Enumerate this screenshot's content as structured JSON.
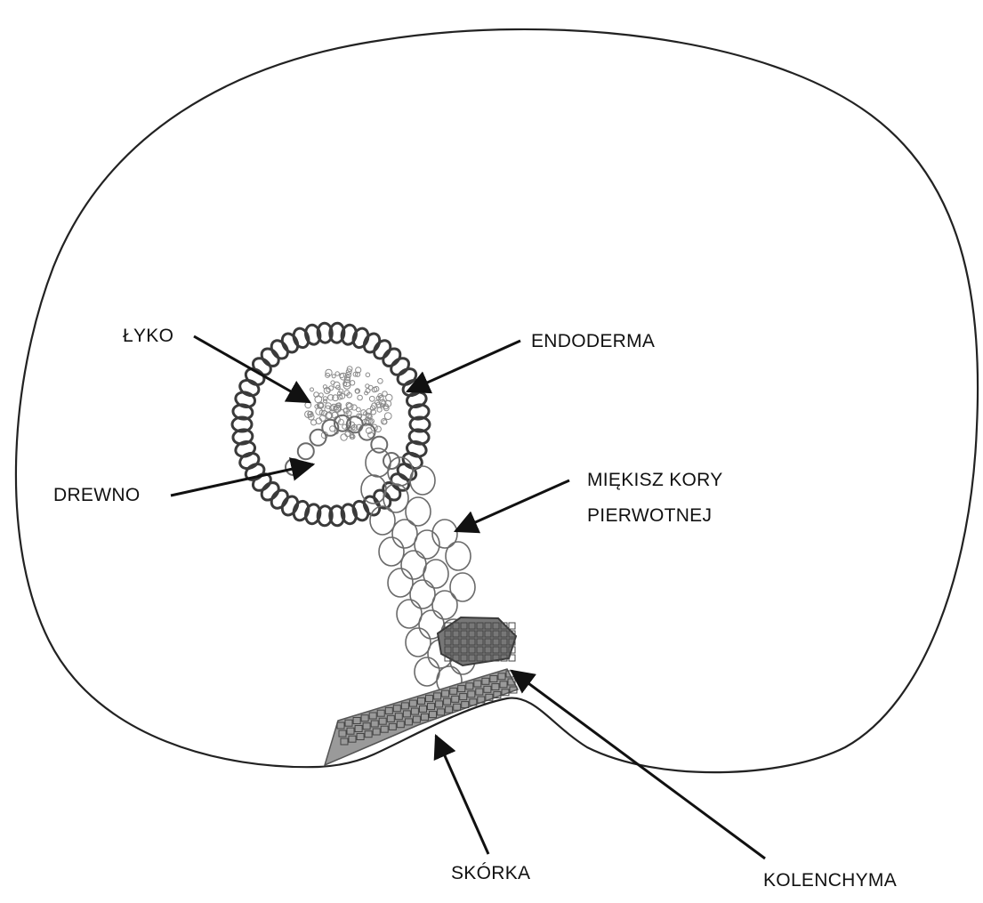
{
  "labels": {
    "lyko": "ŁYKO",
    "endoderma": "ENDODERMA",
    "drewno": "DREWNO",
    "miekisz_line1": "MIĘKISZ KORY",
    "miekisz_line2": "PIERWOTNEJ",
    "skorka": "SKÓRKA",
    "kolenchyma": "KOLENCHYMA"
  },
  "colors": {
    "ink": "#111111",
    "cell_dark": "#3a3a3a",
    "cell_mid": "#6a6a6a",
    "cell_light": "#8a8a8a"
  }
}
